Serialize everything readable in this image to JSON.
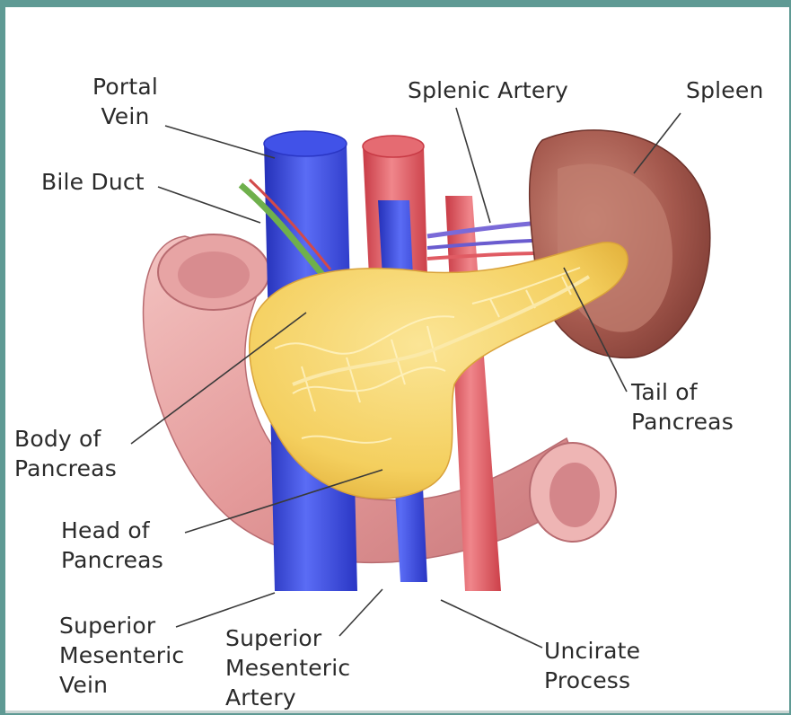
{
  "labels": {
    "portal_vein": [
      "Portal",
      "Vein"
    ],
    "bile_duct": [
      "Bile Duct"
    ],
    "splenic_artery": [
      "Splenic Artery"
    ],
    "spleen": [
      "Spleen"
    ],
    "tail_of_pancreas": [
      "Tail of",
      "Pancreas"
    ],
    "body_of_pancreas": [
      "Body of",
      "Pancreas"
    ],
    "head_of_pancreas": [
      "Head of",
      "Pancreas"
    ],
    "superior_mesenteric_vein": [
      "Superior",
      "Mesenteric",
      "Vein"
    ],
    "superior_mesenteric_artery": [
      "Superior",
      "Mesenteric",
      "Artery"
    ],
    "uncinate_process": [
      "Uncirate",
      "Process"
    ]
  },
  "colors": {
    "vein": "#3b4fe0",
    "artery": "#e05b63",
    "pancreas": "#f4cf5e",
    "spleen": "#a4584d",
    "duodenum": "#e7a4a4",
    "bile_duct": "#6fb04c"
  }
}
